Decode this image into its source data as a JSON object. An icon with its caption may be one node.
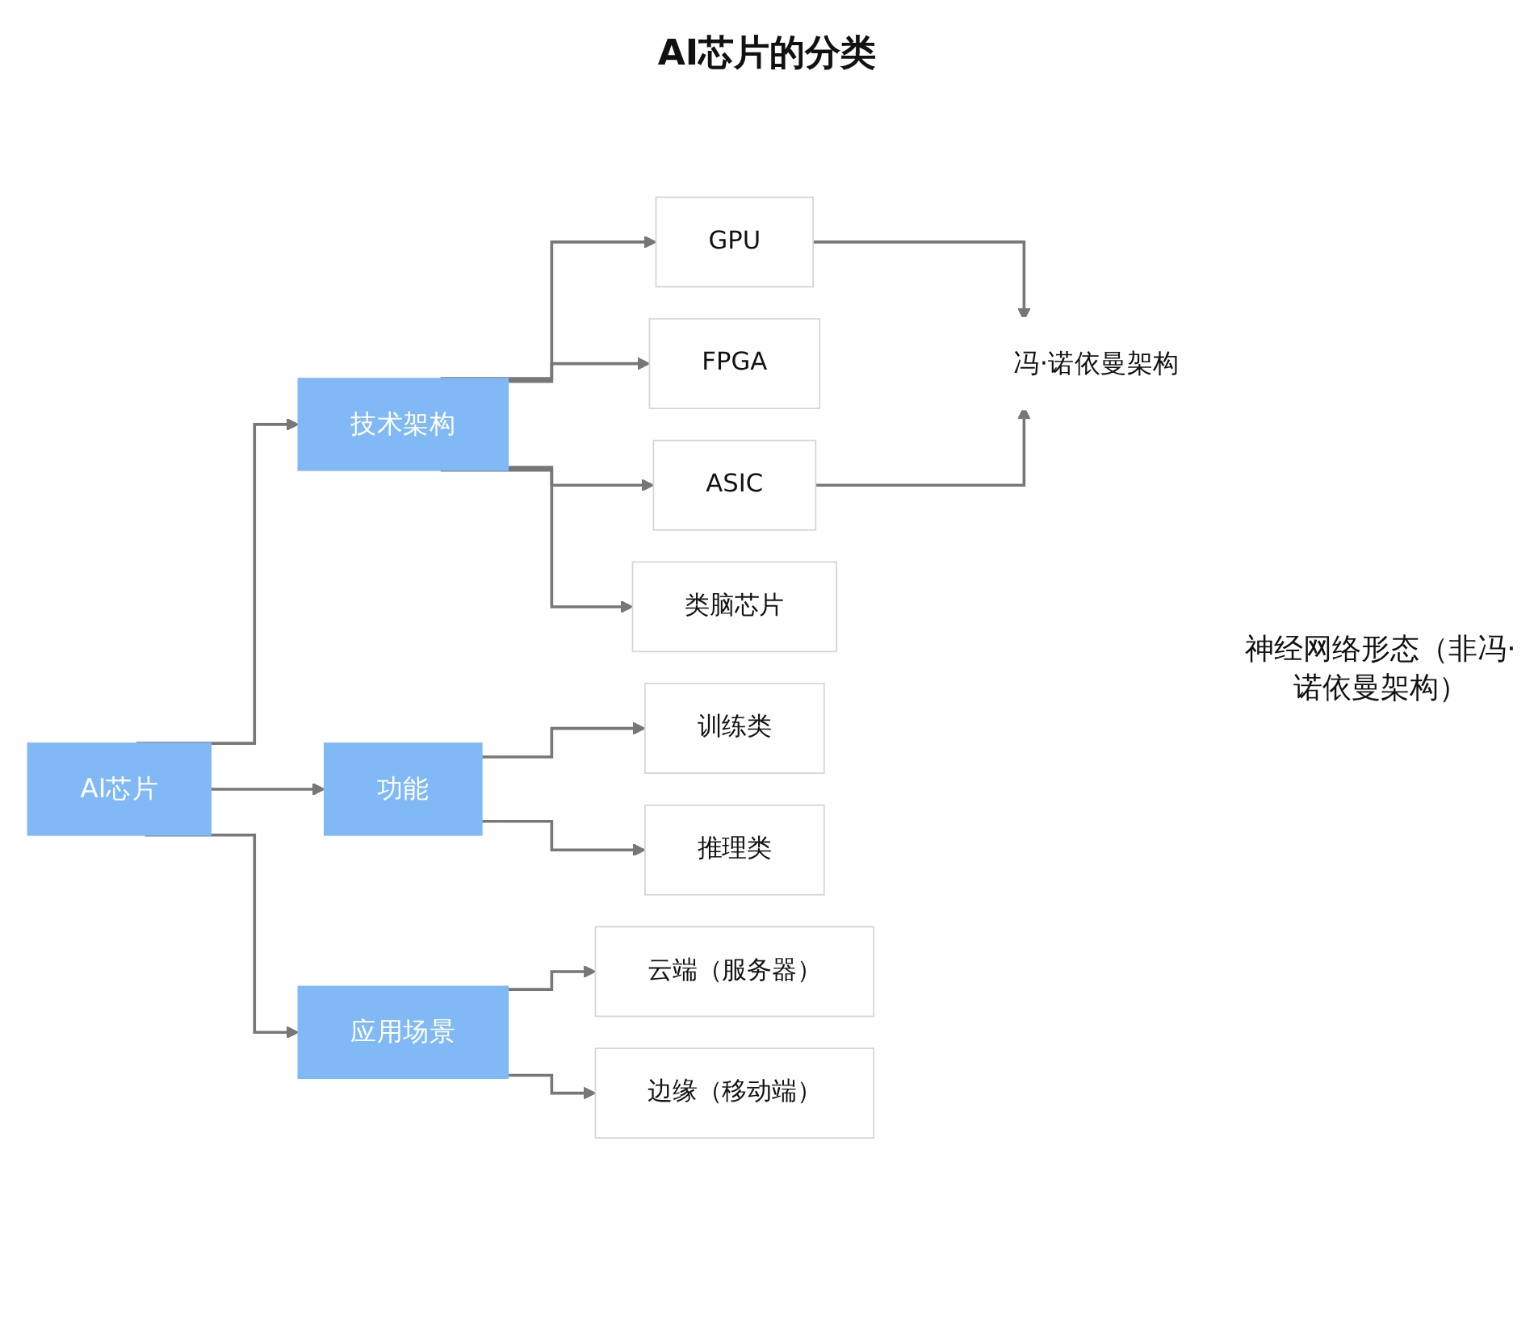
{
  "diagram": {
    "title": "AI芯片的分类",
    "nodes": [
      {
        "text": [
          "AI芯片"
        ]
      },
      {
        "text": [
          "技术架构"
        ]
      },
      {
        "text": [
          "功能"
        ]
      },
      {
        "text": [
          "应用场景"
        ]
      },
      {
        "text": [
          "GPU"
        ]
      },
      {
        "text": [
          "FPGA"
        ]
      },
      {
        "text": [
          "ASIC"
        ]
      },
      {
        "text": [
          "类脑芯片"
        ]
      },
      {
        "text": [
          "训练类"
        ]
      },
      {
        "text": [
          "推理类"
        ]
      },
      {
        "text": [
          "云端（服务器）"
        ]
      },
      {
        "text": [
          "边缘（移动端）"
        ]
      },
      {
        "text": [
          "冯·诺依曼架构"
        ]
      }
    ],
    "edges": [
      {
        "from": 0,
        "to": 1,
        "arrow": "to"
      },
      {
        "from": 0,
        "to": 2,
        "arrow": "to"
      },
      {
        "from": 0,
        "to": 3,
        "arrow": "to"
      },
      {
        "from": 1,
        "to": 4,
        "arrow": "to"
      },
      {
        "from": 1,
        "to": 5,
        "arrow": "to"
      },
      {
        "from": 1,
        "to": 6,
        "arrow": "to"
      },
      {
        "from": 1,
        "to": 7,
        "arrow": "to"
      },
      {
        "from": 2,
        "to": 8,
        "arrow": "to"
      },
      {
        "from": 2,
        "to": 9,
        "arrow": "to"
      },
      {
        "from": 3,
        "to": 10,
        "arrow": "to"
      },
      {
        "from": 3,
        "to": 11,
        "arrow": "to"
      },
      {
        "from": 4,
        "to": 12,
        "arrow": "to"
      },
      {
        "from": 6,
        "to": 12,
        "arrow": "to"
      }
    ],
    "labels": [
      "神经网络形态（非冯·诺依曼架构）"
    ]
  }
}
